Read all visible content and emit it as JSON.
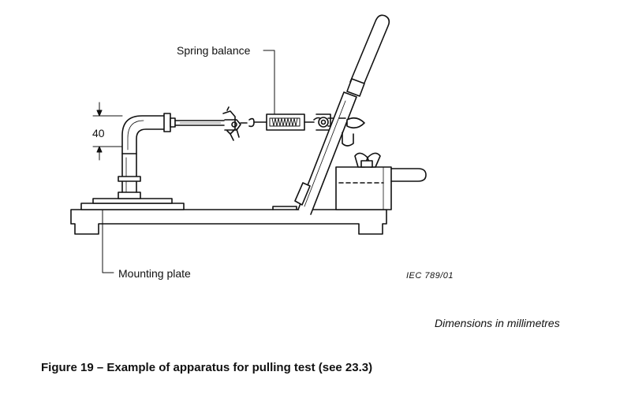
{
  "labels": {
    "spring_balance": "Spring balance",
    "mounting_plate": "Mounting plate",
    "dimension": "40",
    "reference": "IEC   789/01",
    "units_note": "Dimensions in millimetres"
  },
  "caption": "Figure 19 – Example of apparatus for pulling test (see 23.3)",
  "colors": {
    "line": "#111111",
    "background": "#ffffff"
  }
}
